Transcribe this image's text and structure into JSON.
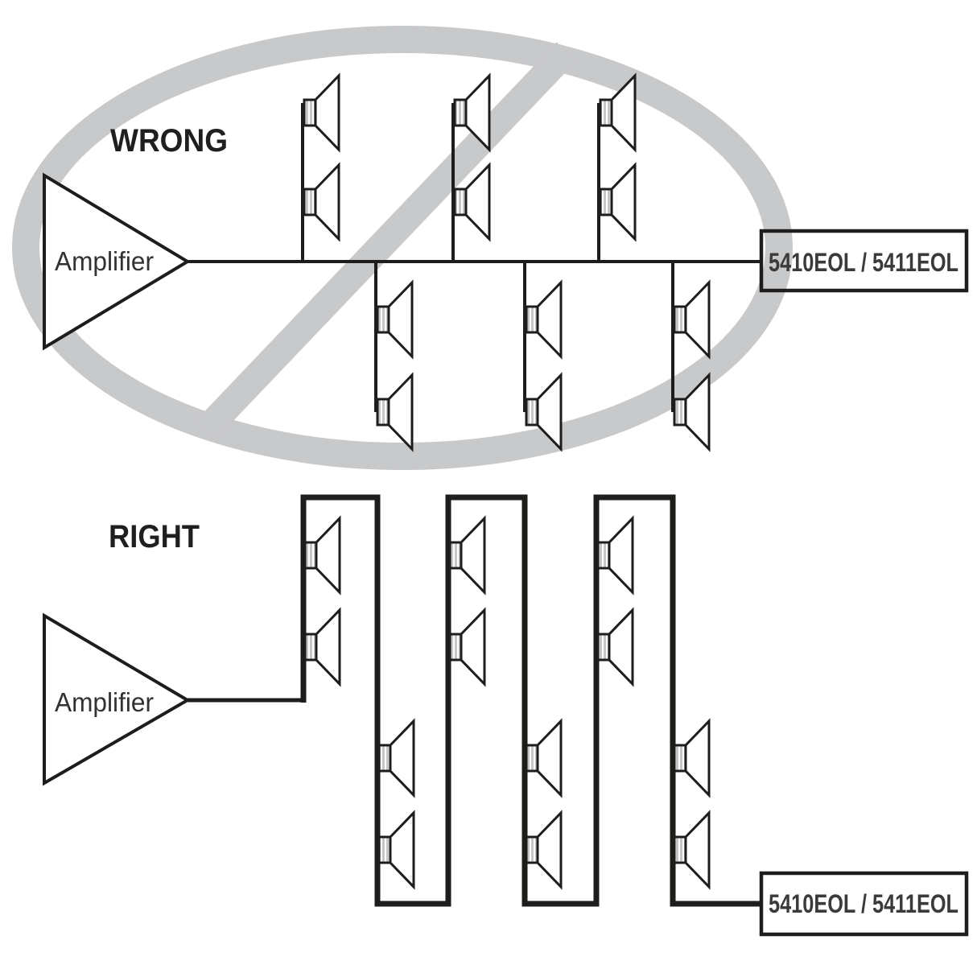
{
  "colors": {
    "line": "#1d1d1b",
    "prohibition_gray": "#c8c9cb",
    "label_text": "#1f1f1f",
    "eol_text": "#3a3a3a"
  },
  "wrong_diagram": {
    "label": "WRONG",
    "amplifier_label": "Amplifier",
    "eol_box_label": "5410EOL / 5411EOL",
    "branches_above_bus": 3,
    "branches_below_bus": 3,
    "speakers_per_branch": 2,
    "total_speakers": 12,
    "prohibition_sign": true
  },
  "right_diagram": {
    "label": "RIGHT",
    "amplifier_label": "Amplifier",
    "eol_box_label": "5410EOL / 5411EOL",
    "daisy_chain_columns": 6,
    "speakers_per_column": 2,
    "total_speakers": 12
  }
}
